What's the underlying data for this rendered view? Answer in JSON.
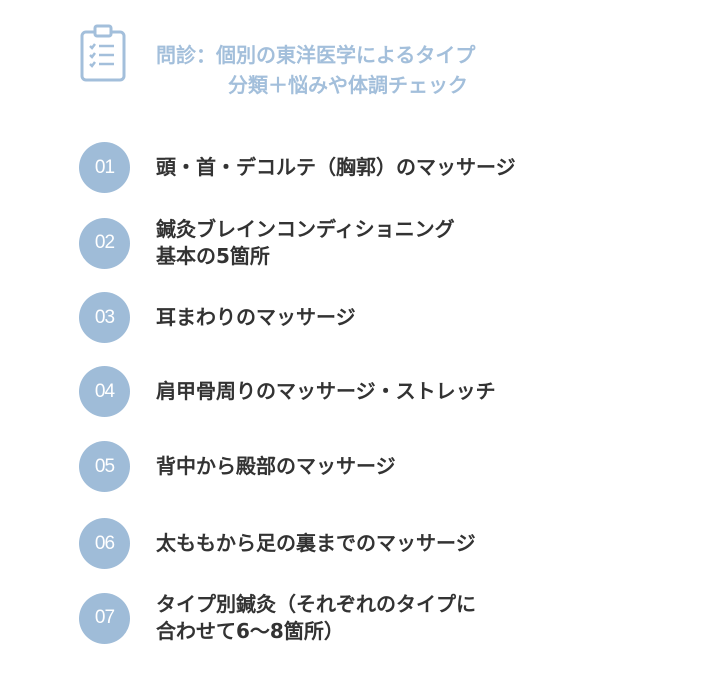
{
  "header": {
    "icon": "clipboard-checklist-icon",
    "title_line1": "問診：個別の東洋医学によるタイプ",
    "title_line2": "分類＋悩みや体調チェック"
  },
  "items": [
    {
      "num": "01",
      "line1": "頭・首・デコルテ（胸郭）のマッサージ",
      "line2": ""
    },
    {
      "num": "02",
      "line1": "鍼灸ブレインコンディショニング",
      "line2": "基本の5箇所"
    },
    {
      "num": "03",
      "line1": "耳まわりのマッサージ",
      "line2": ""
    },
    {
      "num": "04",
      "line1": "肩甲骨周りのマッサージ・ストレッチ",
      "line2": ""
    },
    {
      "num": "05",
      "line1": "背中から殿部のマッサージ",
      "line2": ""
    },
    {
      "num": "06",
      "line1": "太ももから足の裏までのマッサージ",
      "line2": ""
    },
    {
      "num": "07",
      "line1": "タイプ別鍼灸（それぞれのタイプに",
      "line2": "合わせて6〜8箇所）"
    }
  ],
  "colors": {
    "accent": "#9fbcd8",
    "title": "#a3bfdb",
    "text": "#333333"
  }
}
